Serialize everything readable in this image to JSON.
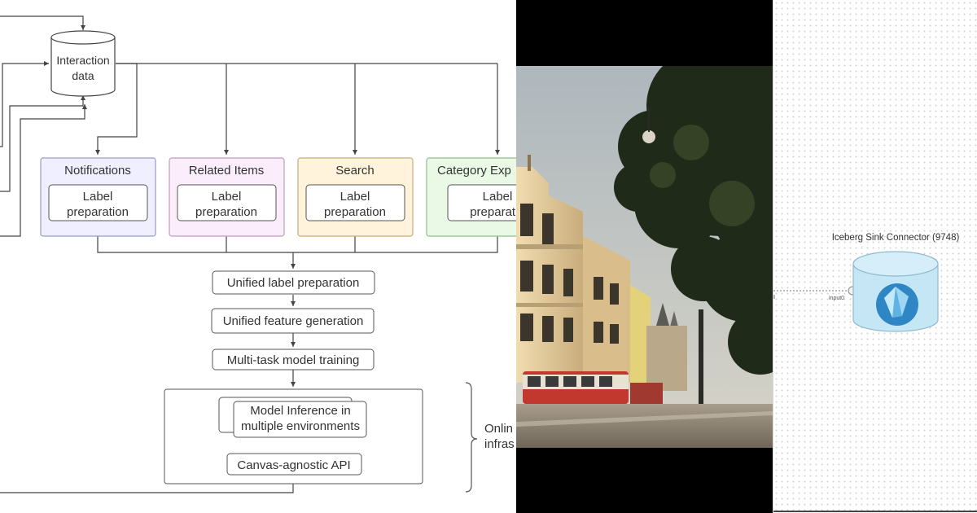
{
  "diagram": {
    "store": {
      "line1": "Interaction",
      "line2": "data"
    },
    "tasks": [
      {
        "title": "Notifications",
        "sub1": "Label",
        "sub2": "preparation",
        "fill": "#efefff",
        "stroke": "#9a9ac8"
      },
      {
        "title": "Related Items",
        "sub1": "Label",
        "sub2": "preparation",
        "fill": "#fcedfc",
        "stroke": "#c09ac0"
      },
      {
        "title": "Search",
        "sub1": "Label",
        "sub2": "preparation",
        "fill": "#fff3dc",
        "stroke": "#c8ab7a"
      },
      {
        "title": "Category Exp",
        "sub1": "Label",
        "sub2": "preparatio",
        "fill": "#e9f9e5",
        "stroke": "#8fc08a"
      }
    ],
    "steps": {
      "unified_label": "Unified label preparation",
      "unified_feature": "Unified feature generation",
      "multi_task": "Multi-task model training"
    },
    "inference": {
      "line1": "Model Inference in",
      "line2": "multiple environments"
    },
    "api": "Canvas-agnostic API",
    "brace_label": {
      "line1": "Onlin",
      "line2": "infras"
    }
  },
  "photo": {
    "colors": {
      "sky": "#c8cdd0",
      "building": "#e6cfa0",
      "tram": "#c2372e",
      "tree": "#1e2a18",
      "ground": "#8d8476"
    }
  },
  "connector": {
    "title": "Iceberg Sink Connector (9748)",
    "port_label": "input0",
    "cylinder_color": "#c5e7f5",
    "logo_color": "#2f86c4"
  }
}
